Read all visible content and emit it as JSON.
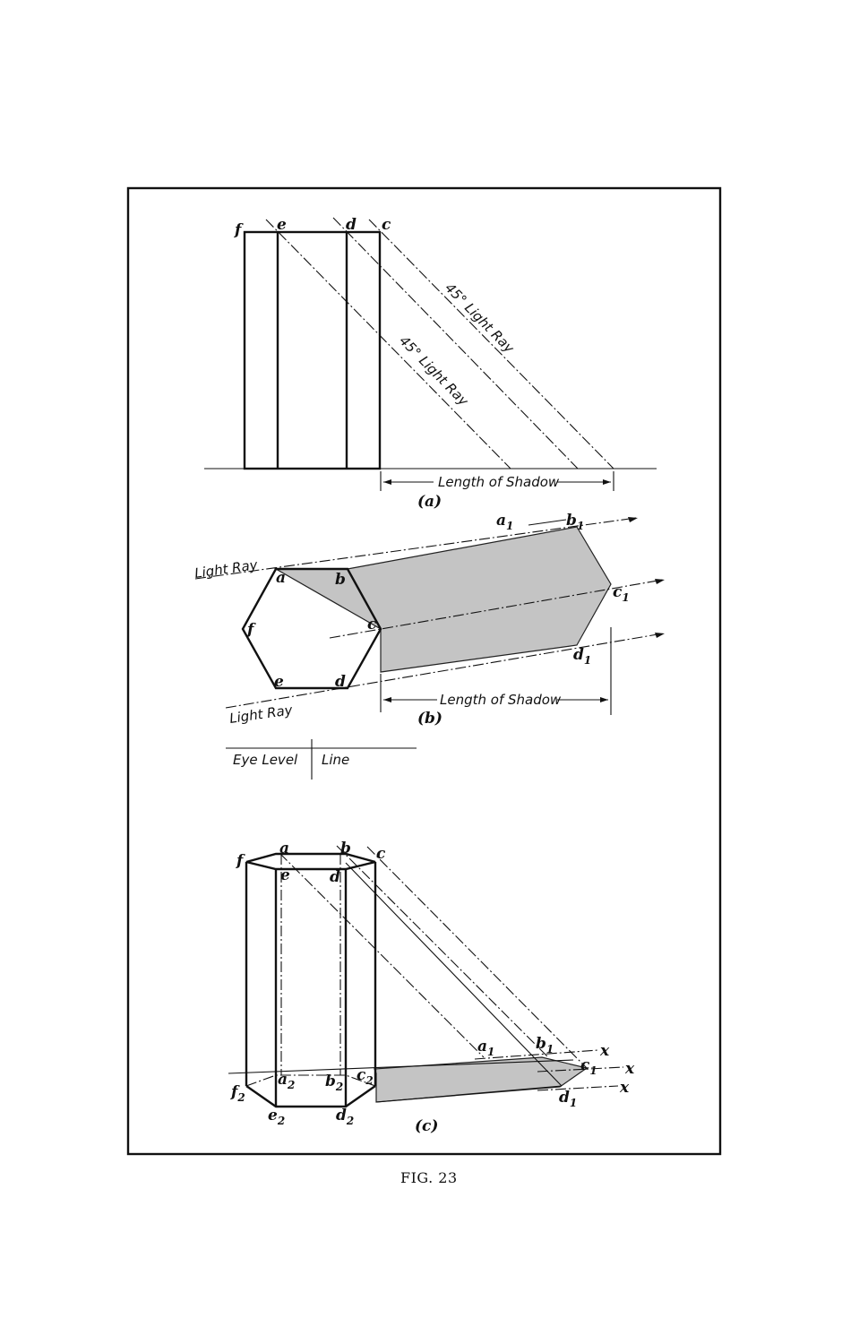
{
  "figure": {
    "caption": "FIG. 23",
    "panel_a": {
      "part_label": "(a)",
      "vertex_labels": [
        "f",
        "e",
        "d",
        "c"
      ],
      "ray_label_1": "45° Light Ray",
      "ray_label_2": "45° Light Ray",
      "shadow_label": "Length of Shadow"
    },
    "panel_b": {
      "part_label": "(b)",
      "vertex_labels": [
        "a",
        "b",
        "c",
        "d",
        "e",
        "f"
      ],
      "shadow_vertex_labels": [
        "a",
        "b",
        "c",
        "d"
      ],
      "shadow_subscript": "1",
      "ray_label_top": "Light Ray",
      "ray_label_bottom": "Light Ray",
      "shadow_label": "Length of Shadow",
      "eye_level_label": "Eye Level",
      "line_label": "Line"
    },
    "panel_c": {
      "part_label": "(c)",
      "top_labels": [
        "a",
        "b",
        "c",
        "d",
        "e",
        "f"
      ],
      "base_labels": [
        "a",
        "b",
        "c",
        "d",
        "e",
        "f"
      ],
      "base_subscript": "2",
      "shadow_labels": [
        "a",
        "b",
        "c",
        "d"
      ],
      "shadow_subscript": "1",
      "axis_label": "x"
    }
  }
}
